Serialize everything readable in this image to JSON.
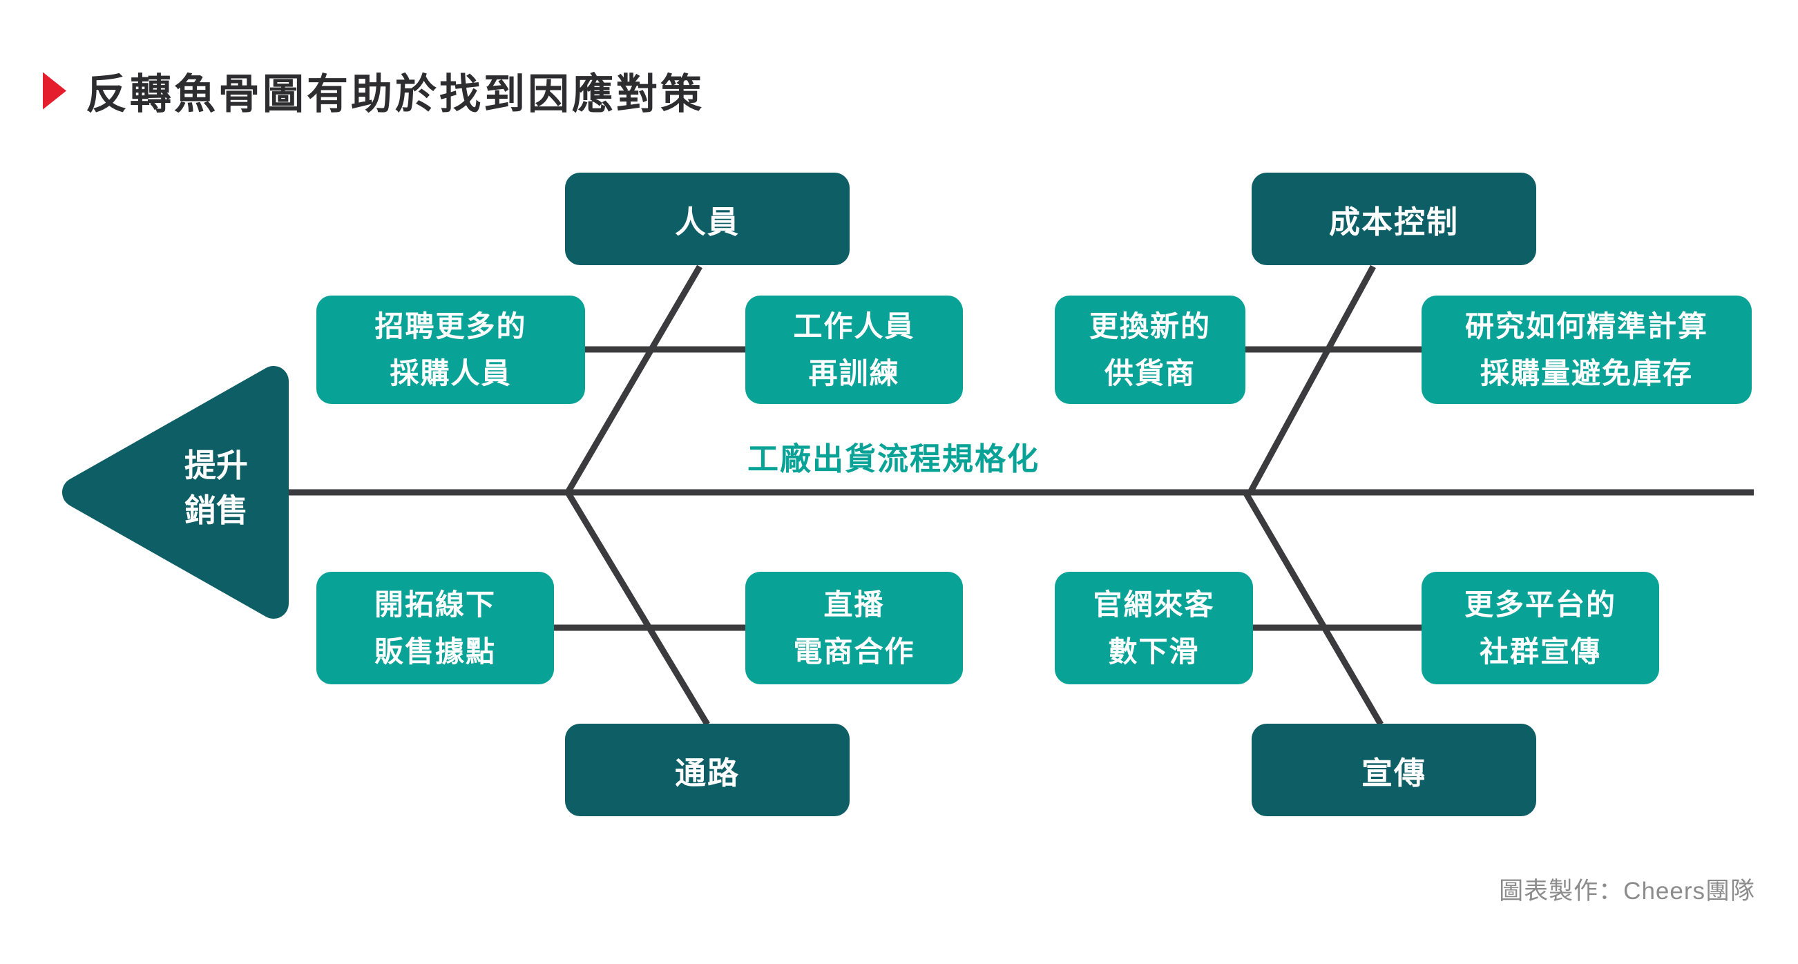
{
  "title": {
    "text": "反轉魚骨圖有助於找到因應對策"
  },
  "icons": {
    "title_marker": "red-right-triangle"
  },
  "colors": {
    "category_box": "#0e5e66",
    "cause_box": "#09a297",
    "fish_head": "#0e5e66",
    "spine_line": "#3b3b3d",
    "title_text": "#2d2d2f",
    "title_marker": "#e41e2d",
    "spine_label_text": "#09a297",
    "credit_text": "#8c8c8c",
    "background": "#ffffff"
  },
  "fishbone": {
    "head": {
      "line1": "提升",
      "line2": "銷售"
    },
    "spine_label": "工廠出貨流程規格化",
    "categories": [
      {
        "id": "personnel",
        "label": "人員",
        "position": "top-left"
      },
      {
        "id": "cost-control",
        "label": "成本控制",
        "position": "top-right"
      },
      {
        "id": "channel",
        "label": "通路",
        "position": "bottom-left"
      },
      {
        "id": "promotion",
        "label": "宣傳",
        "position": "bottom-right"
      }
    ],
    "causes": [
      {
        "category": "personnel",
        "line1": "招聘更多的",
        "line2": "採購人員"
      },
      {
        "category": "personnel",
        "line1": "工作人員",
        "line2": "再訓練"
      },
      {
        "category": "cost-control",
        "line1": "更換新的",
        "line2": "供貨商"
      },
      {
        "category": "cost-control",
        "line1": "研究如何精準計算",
        "line2": "採購量避免庫存"
      },
      {
        "category": "channel",
        "line1": "開拓線下",
        "line2": "販售據點"
      },
      {
        "category": "channel",
        "line1": "直播",
        "line2": "電商合作"
      },
      {
        "category": "promotion",
        "line1": "官網來客",
        "line2": "數下滑"
      },
      {
        "category": "promotion",
        "line1": "更多平台的",
        "line2": "社群宣傳"
      }
    ]
  },
  "footer": {
    "credit": "圖表製作：Cheers團隊"
  }
}
